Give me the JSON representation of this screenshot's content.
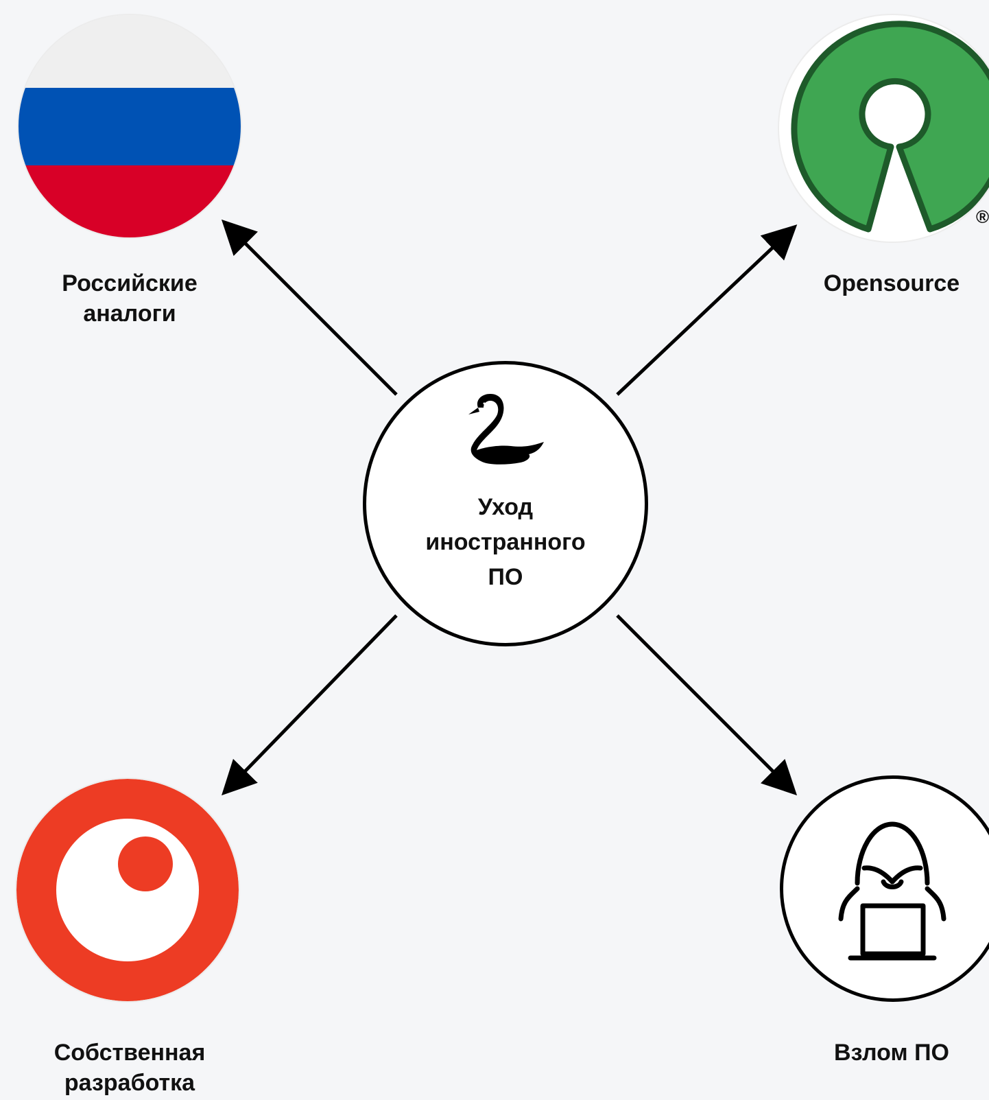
{
  "center": {
    "label": "Уход\nиностранного\nПО",
    "icon": "black-swan-icon"
  },
  "options": [
    {
      "id": "russian",
      "label": "Российские\nаналоги",
      "icon": "russian-flag-icon",
      "colors": {
        "white": "#efefef",
        "blue": "#0052b4",
        "red": "#d80027"
      }
    },
    {
      "id": "opensource",
      "label": "Opensource",
      "icon": "open-source-keyhole-icon",
      "colors": {
        "fill": "#3fa652",
        "stroke": "#1e5a2a"
      },
      "mark": "®"
    },
    {
      "id": "own",
      "label": "Собственная\nразработка",
      "icon": "red-ring-icon",
      "colors": {
        "red": "#ed3c24"
      }
    },
    {
      "id": "hack",
      "label": "Взлом ПО",
      "icon": "hacker-laptop-icon",
      "colors": {
        "stroke": "#000000"
      }
    }
  ],
  "colors": {
    "background": "#f5f6f8",
    "arrow": "#000000"
  }
}
